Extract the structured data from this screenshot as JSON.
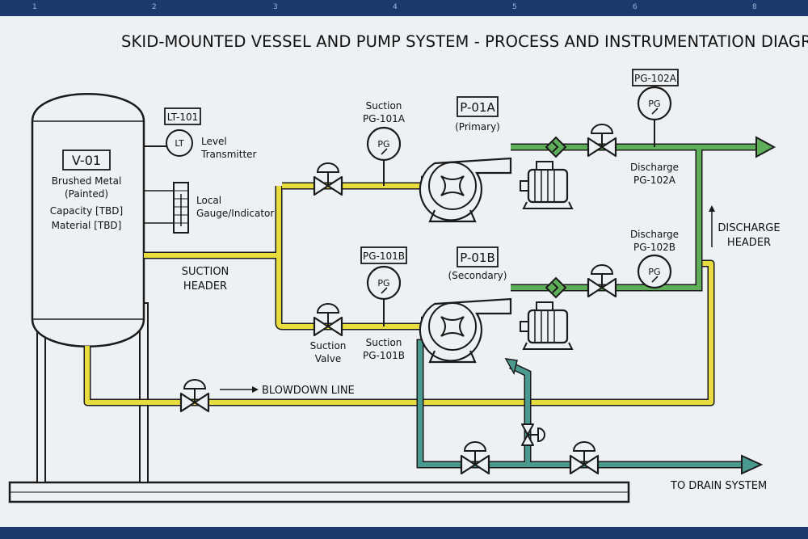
{
  "ruler": [
    "1",
    "2",
    "3",
    "4",
    "5",
    "6",
    "8"
  ],
  "title": "SKID-MOUNTED VESSEL AND PUMP SYSTEM - PROCESS AND INSTRUMENTATION DIAGRAM",
  "vessel": {
    "tag": "V-01",
    "line1": "Brushed Metal",
    "line2": "(Painted)",
    "line3": "Capacity [TBD]",
    "line4": "Material [TBD]"
  },
  "level_transmitter": {
    "tag": "LT-101",
    "symbol": "LT",
    "label1": "Level",
    "label2": "Transmitter"
  },
  "local_gauge": {
    "label1": "Local",
    "label2": "Gauge/Indicator"
  },
  "suction_header": {
    "line1": "SUCTION",
    "line2": "HEADER"
  },
  "suction_gauge_a": {
    "label1": "Suction",
    "label2": "PG-101A",
    "symbol": "PG"
  },
  "suction_gauge_b": {
    "tag": "PG-101B",
    "symbol": "PG",
    "label1": "Suction",
    "label2": "PG-101B"
  },
  "suction_valve": {
    "label1": "Suction",
    "label2": "Valve"
  },
  "pump_a": {
    "tag": "P-01A",
    "role": "(Primary)"
  },
  "pump_b": {
    "tag": "P-01B",
    "role": "(Secondary)"
  },
  "discharge_gauge_a": {
    "tag": "PG-102A",
    "symbol": "PG",
    "label1": "Discharge",
    "label2": "PG-102A"
  },
  "discharge_gauge_b": {
    "symbol": "PG",
    "label1": "Discharge",
    "label2": "PG-102B"
  },
  "discharge_header": {
    "line1": "DISCHARGE",
    "line2": "HEADER"
  },
  "blowdown": {
    "label": "BLOWDOWN LINE"
  },
  "drain": {
    "label": "TO DRAIN SYSTEM"
  },
  "colors": {
    "suction": "#e9dc3f",
    "discharge": "#5fae5a",
    "drain": "#4b9a8f",
    "outline": "#1a1a1a",
    "frame": "#1b3a6b"
  },
  "icons": [
    "pressure-gauge-icon",
    "gate-valve-icon",
    "check-valve-icon",
    "centrifugal-pump-icon",
    "motor-icon",
    "level-transmitter-icon",
    "level-gauge-icon",
    "arrow-icon"
  ]
}
